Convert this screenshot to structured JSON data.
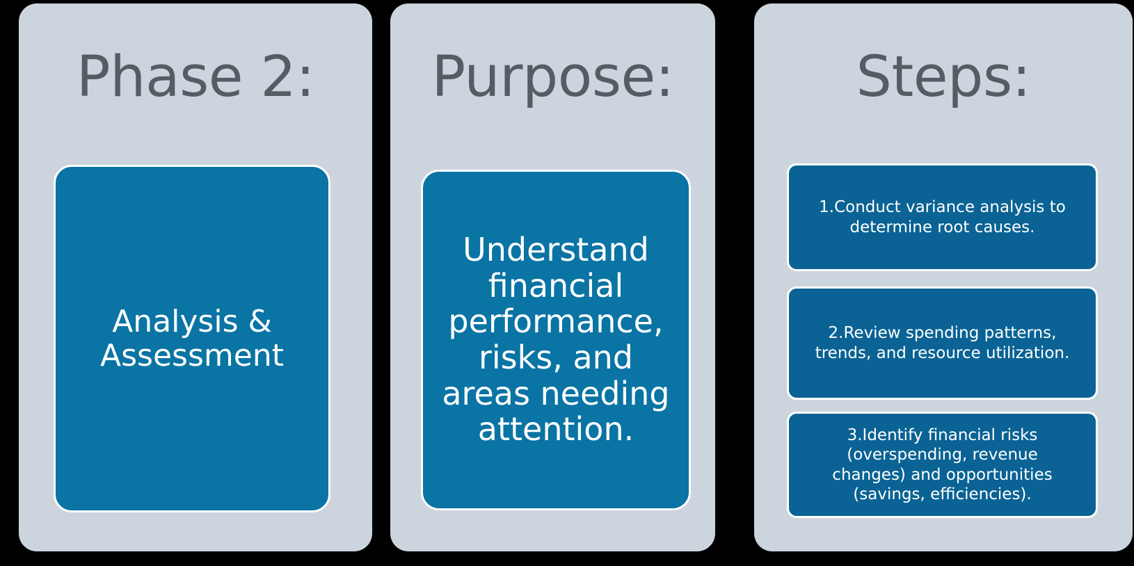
{
  "canvas": {
    "background_color": "#000000",
    "panel_color": "#ccd4de",
    "heading_color": "#575b63",
    "primary_blue": "#0a74a4",
    "step_blue": "#0a6394",
    "box_border_color": "#ffffff",
    "box_text_color": "#ffffff"
  },
  "columns": {
    "phase": {
      "heading": "Phase 2:",
      "body": "Analysis &\nAssessment"
    },
    "purpose": {
      "heading": "Purpose:",
      "body": "Understand\nfinancial\nperformance,\nrisks, and\nareas needing\nattention."
    },
    "steps": {
      "heading": "Steps:",
      "items": [
        {
          "number": "1.",
          "text": "1.Conduct variance analysis to\ndetermine root causes."
        },
        {
          "number": "2.",
          "text": "2.Review spending patterns,\ntrends, and resource utilization."
        },
        {
          "number": "3.",
          "text": "3.Identify financial risks\n(overspending, revenue\nchanges) and opportunities\n(savings, efficiencies)."
        }
      ]
    }
  }
}
